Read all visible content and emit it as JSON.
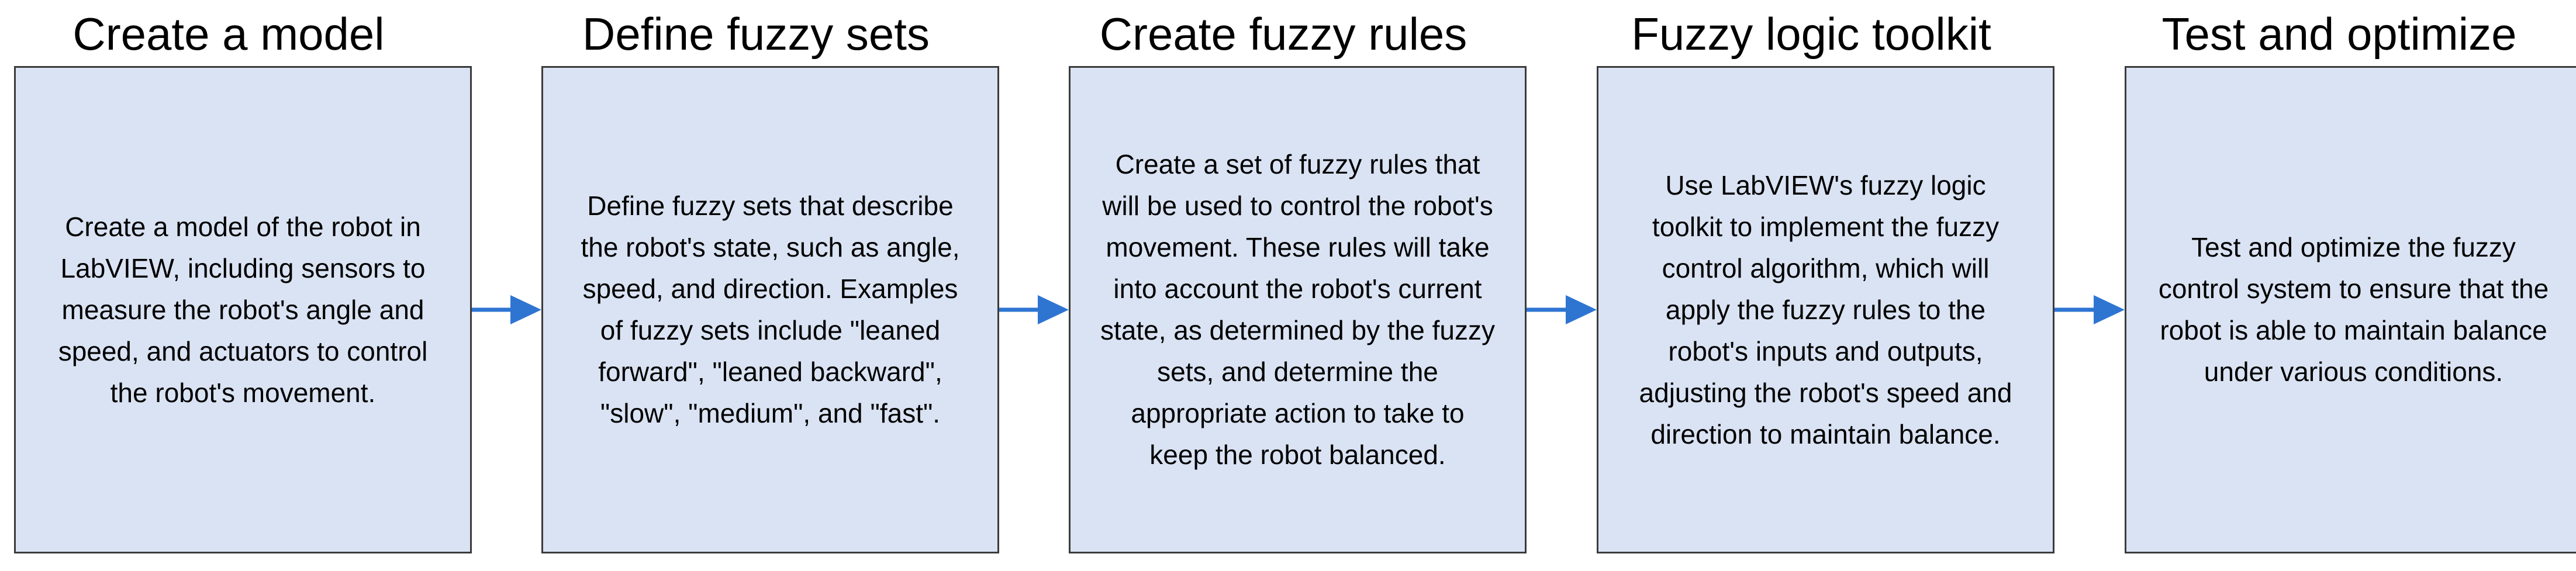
{
  "steps": [
    {
      "title": "Create a model",
      "text": "Create a model of the robot in LabVIEW, including sensors to measure the robot's angle and speed, and actuators to control the robot's movement."
    },
    {
      "title": "Define fuzzy sets",
      "text": "Define fuzzy sets that describe the robot's state, such as angle, speed, and direction. Examples of fuzzy sets include \"leaned forward\", \"leaned backward\", \"slow\", \"medium\", and \"fast\"."
    },
    {
      "title": "Create fuzzy rules",
      "text": "Create a set of fuzzy rules that will be used to control the robot's movement. These rules will take into account the robot's current state, as determined by the fuzzy sets, and determine the appropriate action to take to keep the robot balanced."
    },
    {
      "title": "Fuzzy logic toolkit",
      "text": "Use LabVIEW's fuzzy logic toolkit to implement the fuzzy control algorithm, which will apply the fuzzy rules to the robot's inputs and outputs, adjusting the robot's speed and direction to maintain balance."
    },
    {
      "title": "Test and optimize",
      "text": "Test and optimize the fuzzy control system to ensure that the robot is able to maintain balance under various conditions."
    }
  ],
  "colors": {
    "box_fill": "#dae3f3",
    "box_border": "#3b3b3b",
    "arrow": "#2e75d2"
  }
}
